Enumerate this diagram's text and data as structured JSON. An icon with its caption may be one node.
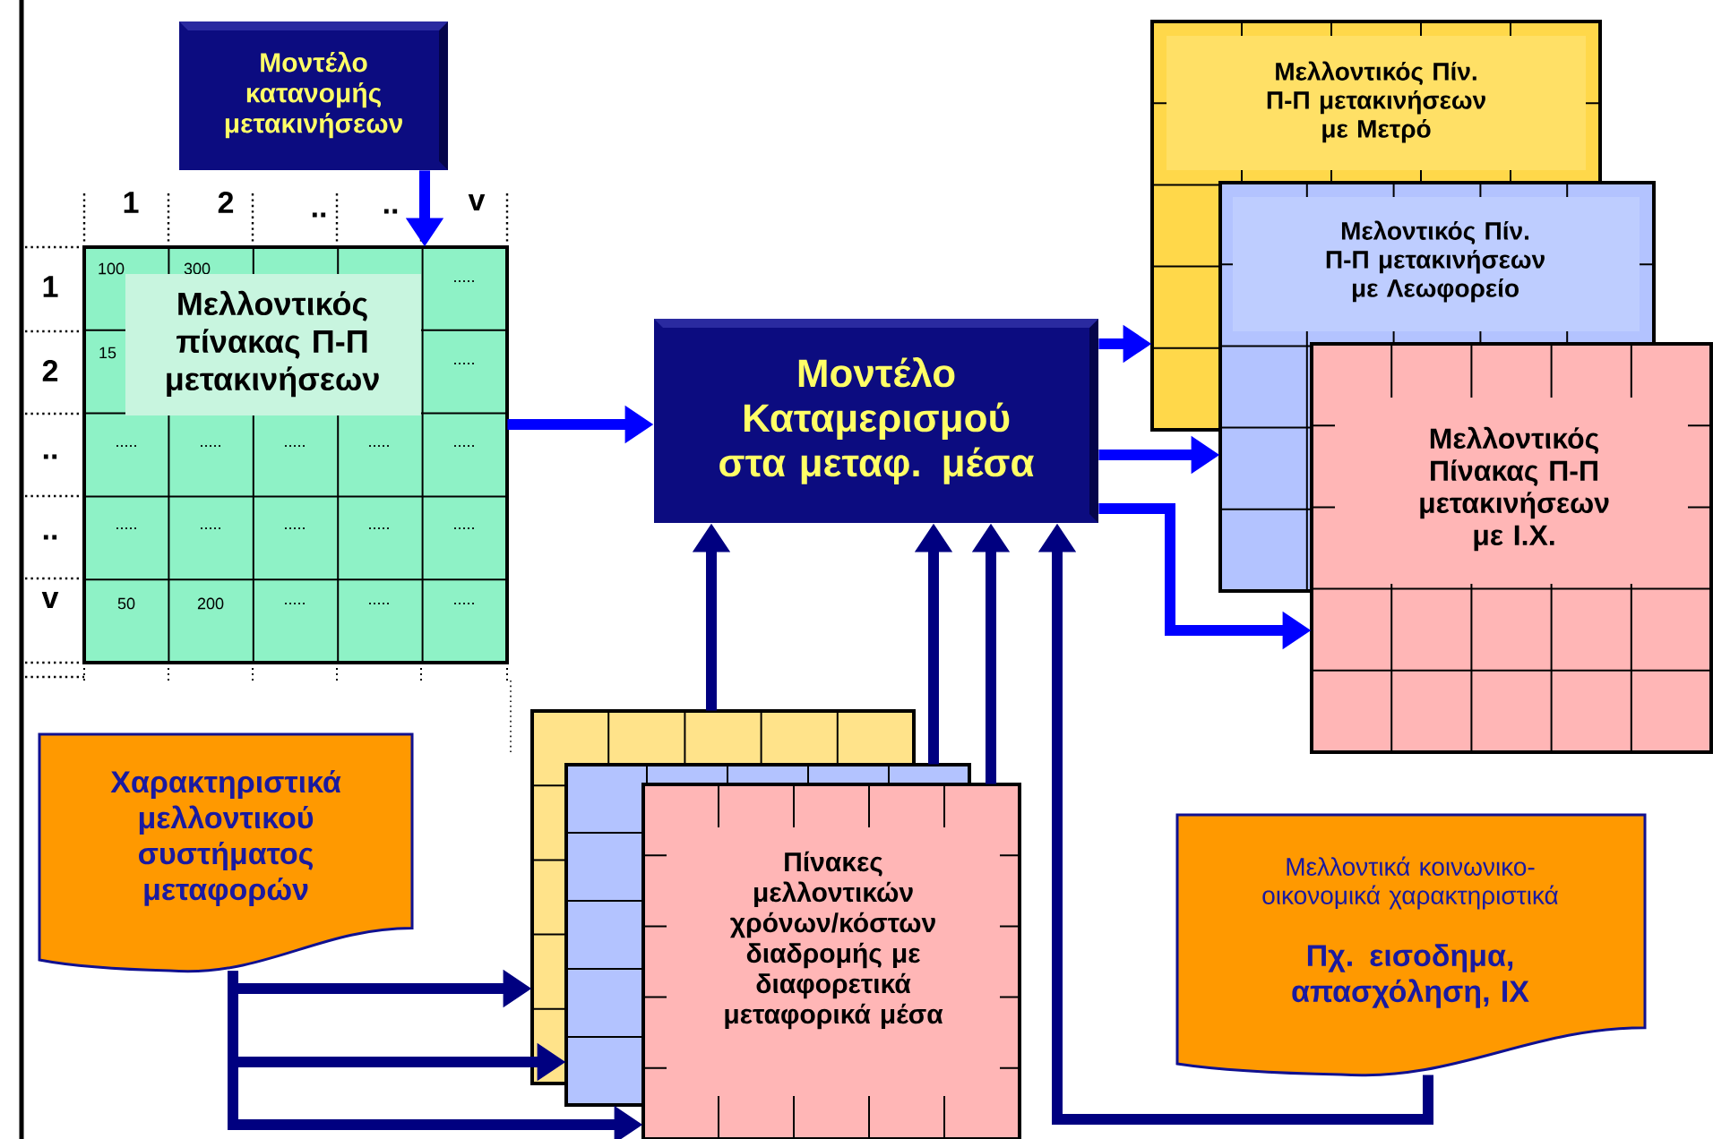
{
  "diagram": {
    "nodes": [
      {
        "text": [
          "Μοντέλο κατανομής μετακινήσεων"
        ]
      },
      {
        "text": [
          "Μελλοντικός πίνακας Π-Π μετακινήσεων"
        ]
      },
      {
        "text": [
          "Μοντέλο Καταμερισμού στα μεταφ. μέσα"
        ]
      },
      {
        "text": [
          "Μελλοντικός Πίν. Π-Π μετακινήσεων με Μετρό"
        ]
      },
      {
        "text": [
          "Μελοντικός Πίν. Π-Π μετακινήσεων με Λεωφορείο"
        ]
      },
      {
        "text": [
          "Μελλοντικός Πίνακας Π-Π μετακινήσεων με Ι.Χ."
        ]
      },
      {
        "text": [
          "Χαρακτηριστικά μελλοντικού συστήματος μεταφορών"
        ]
      },
      {
        "text": [],
        "shape": "box"
      },
      {
        "text": [],
        "shape": "box"
      },
      {
        "text": [
          "Πίνακες μελλοντικών χρόνων/κόστων διαδρομής με διαφορετικά μεταφορικά μέσα"
        ]
      },
      {
        "text": [
          "Μελλοντικά κοινωνικο-οικονομικά χαρακτηριστικά",
          "Πχ. εισοδημα, απασχόληση, ΙΧ"
        ]
      }
    ],
    "edges": [
      {
        "from": 0,
        "to": 1,
        "arrow": "to",
        "color": "#0000ff"
      },
      {
        "from": 1,
        "to": 2,
        "arrow": "to",
        "color": "#0000ff"
      },
      {
        "from": 2,
        "to": 3,
        "arrow": "to",
        "color": "#0000ff"
      },
      {
        "from": 2,
        "to": 4,
        "arrow": "to",
        "color": "#0000ff"
      },
      {
        "from": 2,
        "to": 5,
        "arrow": "to",
        "color": "#0000ff"
      },
      {
        "from": 7,
        "to": 2,
        "arrow": "to"
      },
      {
        "from": 8,
        "to": 2,
        "arrow": "to"
      },
      {
        "from": 9,
        "to": 2,
        "arrow": "to"
      },
      {
        "from": 10,
        "to": 2,
        "arrow": "to"
      },
      {
        "from": 6,
        "to": 7,
        "arrow": "to"
      },
      {
        "from": 6,
        "to": 8,
        "arrow": "to"
      },
      {
        "from": 6,
        "to": 9,
        "arrow": "to"
      }
    ],
    "labels": [
      "1",
      "2",
      "..",
      "..",
      "v",
      "1",
      "100",
      "300",
      ".....",
      "2",
      "15",
      ".....",
      "..",
      ".....",
      ".....",
      ".....",
      ".....",
      ".....",
      "..",
      ".....",
      ".....",
      ".....",
      ".....",
      ".....",
      "v",
      "50",
      "200",
      ".....",
      ".....",
      "....."
    ]
  }
}
